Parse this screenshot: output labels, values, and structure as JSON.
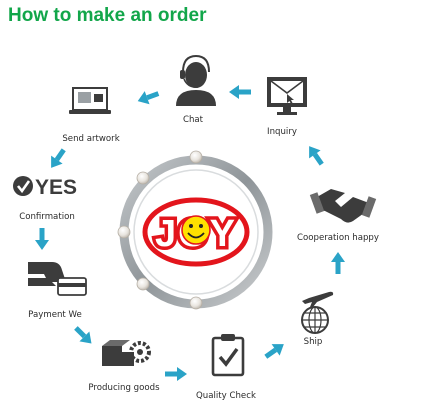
{
  "title": "How to make an order",
  "logo_text": "JOY",
  "steps": {
    "chat": "Chat",
    "inquiry": "Inquiry",
    "send_artwork": "Send artwork",
    "confirmation": "Confirmation",
    "yes_mark": "YES",
    "payment": "Payment We",
    "producing": "Producing goods",
    "quality": "Quality Check",
    "ship": "Ship",
    "cooperation": "Cooperation happy"
  },
  "colors": {
    "title": "#12a64a",
    "arrow": "#2aa3c7",
    "logo_red": "#e3151c",
    "logo_yellow": "#ffe100",
    "ring": "#9aa0a4",
    "icon": "#3c3c3c"
  }
}
